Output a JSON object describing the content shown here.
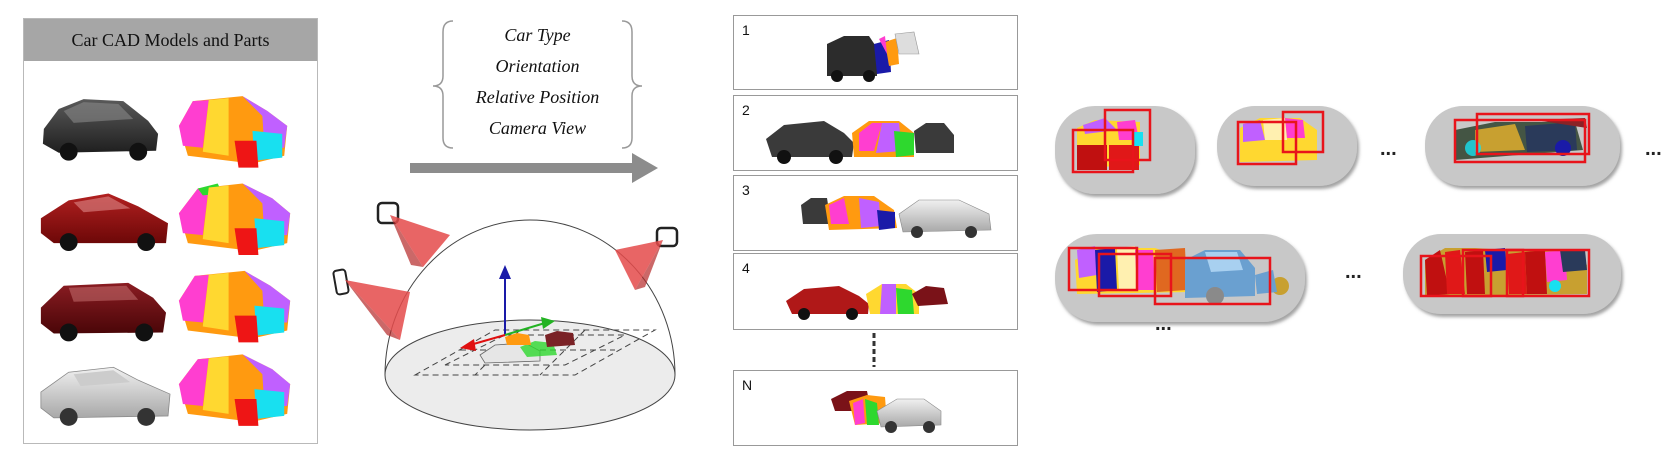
{
  "cad_panel": {
    "title": "Car CAD Models and Parts"
  },
  "parameters": [
    "Car Type",
    "Orientation",
    "Relative Position",
    "Camera View"
  ],
  "frames": [
    {
      "label": "1"
    },
    {
      "label": "2"
    },
    {
      "label": "3"
    },
    {
      "label": "4"
    },
    {
      "label": "N"
    }
  ],
  "ellipsis": "...",
  "colors": {
    "panel_header": "#a6a6a6",
    "arrow": "#8c8c8c",
    "bbox": "#e8141b",
    "camera_cone": "#e44a4a",
    "axis_x": "#e01010",
    "axis_y": "#22b322",
    "axis_z": "#1a1aa8"
  }
}
